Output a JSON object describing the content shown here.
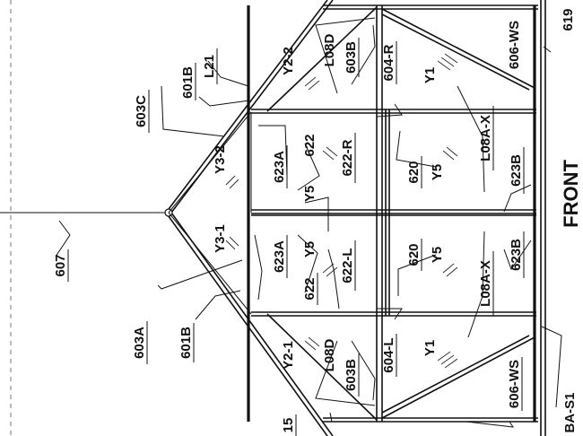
{
  "labels": {
    "l21": "L21",
    "p601b_top": "601B",
    "p603c": "603C",
    "p607": "607",
    "p603a": "603A",
    "p601b_bot": "601B",
    "p15": "15",
    "p619": "619",
    "p606ws_top": "606-WS",
    "p604r": "604-R",
    "y1_top": "Y1",
    "y2_2": "Y2-2",
    "l08d_top": "L08D",
    "p603b_top": "603B",
    "p623a_top": "623A",
    "p622_top": "622",
    "p622r": "622-R",
    "y5_tl": "Y5",
    "y3_2": "Y3-2",
    "p620_top": "620",
    "y5_tr": "Y5",
    "l08ax_top": "L08A-X",
    "p623b_top": "623B",
    "front": "FRONT",
    "y3_1": "Y3-1",
    "p623a_bot": "623A",
    "y5_bl": "Y5",
    "p622_bot": "622",
    "p622l": "622-L",
    "p620_bot": "620",
    "y5_br": "Y5",
    "l08ax_bot": "L08A-X",
    "p623b_bot": "623B",
    "y2_1": "Y2-1",
    "l08d_bot": "L08D",
    "p603b_bot": "603B",
    "p604l": "604-L",
    "y1_bot": "Y1",
    "p606ws_bot": "606-WS",
    "bas1": "BA-S1"
  }
}
